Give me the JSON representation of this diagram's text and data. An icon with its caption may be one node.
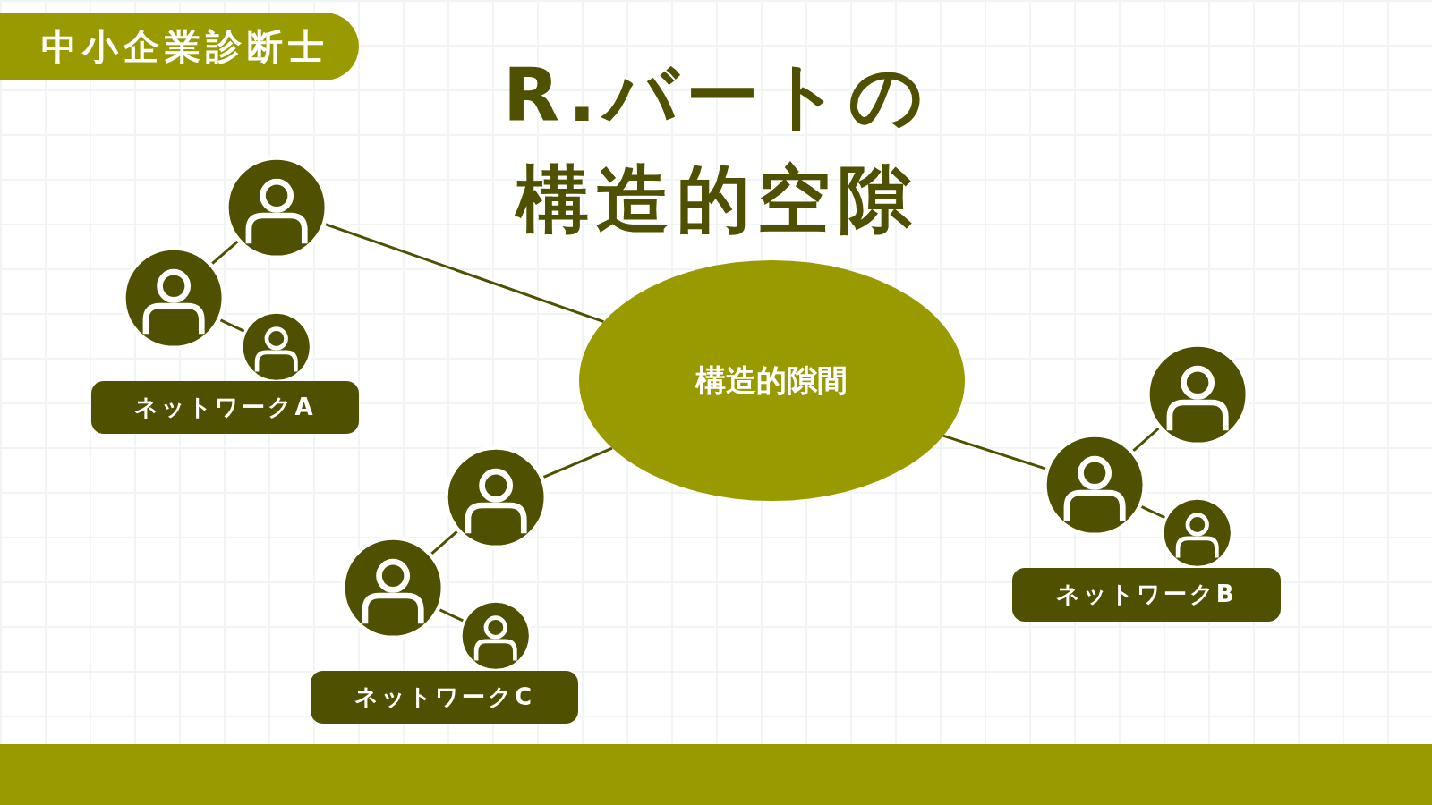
{
  "diagram": {
    "title": "R.バートの構造的空隙",
    "nodes": [
      {
        "text": [
          "中小企業診断士"
        ]
      },
      {
        "text": [],
        "shape": "person"
      },
      {
        "text": [],
        "shape": "person"
      },
      {
        "text": [],
        "shape": "person"
      },
      {
        "text": [
          "ネットワークA"
        ]
      },
      {
        "text": [
          "構造的隙間"
        ]
      },
      {
        "text": [],
        "shape": "person"
      },
      {
        "text": [],
        "shape": "person"
      },
      {
        "text": [],
        "shape": "person"
      },
      {
        "text": [
          "ネットワークB"
        ]
      },
      {
        "text": [],
        "shape": "person"
      },
      {
        "text": [],
        "shape": "person"
      },
      {
        "text": [],
        "shape": "person"
      },
      {
        "text": [
          "ネットワークC"
        ]
      }
    ],
    "edges": [
      {
        "from": 2,
        "to": 1,
        "arrow": "none"
      },
      {
        "from": 2,
        "to": 3,
        "arrow": "none"
      },
      {
        "from": 1,
        "to": 5,
        "arrow": "none"
      },
      {
        "from": 5,
        "to": 7,
        "arrow": "none"
      },
      {
        "from": 7,
        "to": 6,
        "arrow": "none"
      },
      {
        "from": 7,
        "to": 8,
        "arrow": "none"
      },
      {
        "from": 10,
        "to": 5,
        "arrow": "none"
      },
      {
        "from": 11,
        "to": 10,
        "arrow": "none"
      },
      {
        "from": 11,
        "to": 12,
        "arrow": "none"
      }
    ]
  }
}
